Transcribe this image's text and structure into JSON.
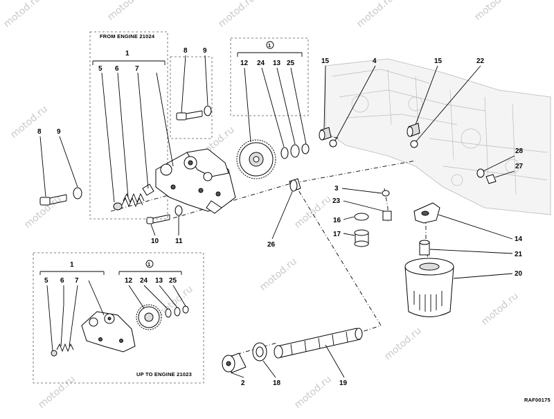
{
  "captions": {
    "from_engine": "FROM ENGINE 21024",
    "up_to_engine": "UP TO ENGINE 21023",
    "set_symbol": "1"
  },
  "watermark": "motod.ru",
  "reference_code": "RAF00175",
  "labels": {
    "top_box": {
      "group1": "1",
      "p5": "5",
      "p6": "6",
      "p7": "7"
    },
    "bolt_box": {
      "p8": "8",
      "p9": "9"
    },
    "gear_box": {
      "set": "1",
      "p12": "12",
      "p24": "24",
      "p13": "13",
      "p25": "25"
    },
    "main": {
      "p8": "8",
      "p9": "9",
      "p10": "10",
      "p11": "11",
      "p26": "26",
      "p15a": "15",
      "p4": "4",
      "p15b": "15",
      "p22": "22",
      "p28": "28",
      "p27": "27",
      "p3": "3",
      "p23": "23",
      "p16": "16",
      "p17": "17",
      "p14": "14",
      "p21": "21",
      "p20": "20",
      "p2": "2",
      "p18": "18",
      "p19": "19"
    },
    "bottom_box": {
      "group1": "1",
      "p5": "5",
      "p6": "6",
      "p7": "7",
      "set": "1",
      "p12": "12",
      "p24": "24",
      "p13": "13",
      "p25": "25"
    }
  }
}
